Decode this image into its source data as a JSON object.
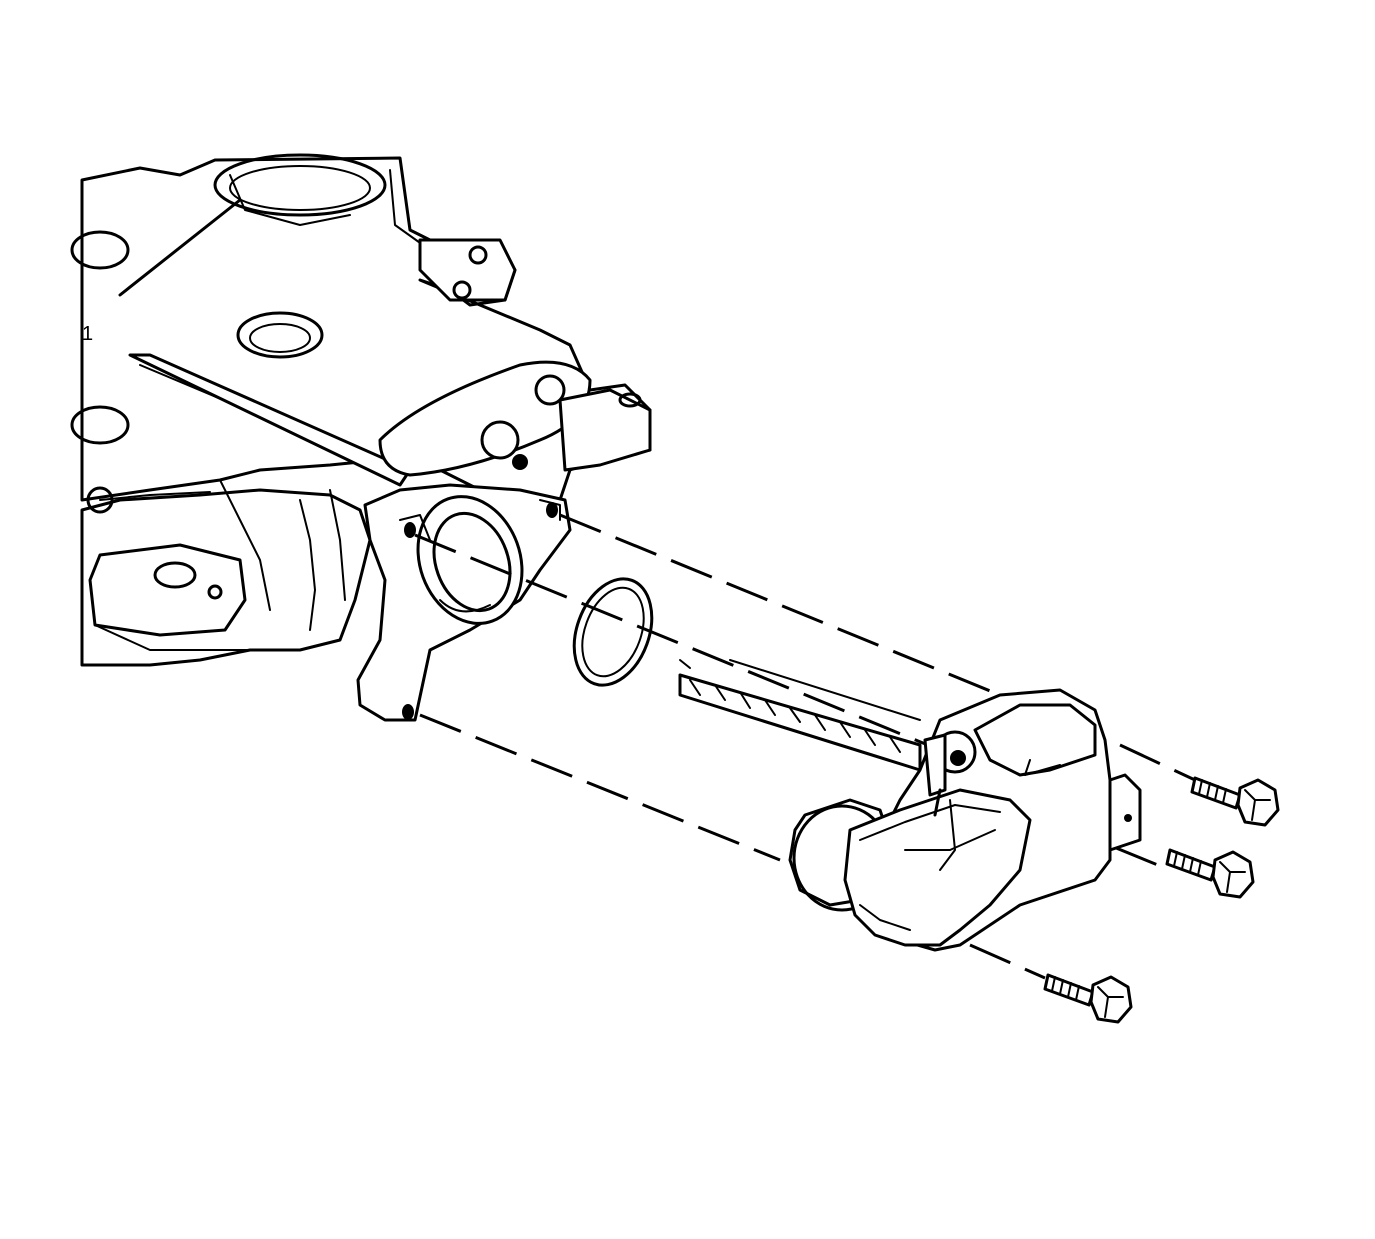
{
  "figure": {
    "description_text": "",
    "manifold_mark": "1"
  },
  "parts": [
    {
      "name": "intake-manifold"
    },
    {
      "name": "throttle-body-flange"
    },
    {
      "name": "o-ring-seal"
    },
    {
      "name": "throttle-actuator"
    },
    {
      "name": "bolt"
    },
    {
      "name": "bolt"
    },
    {
      "name": "bolt"
    }
  ],
  "colors": {
    "line": "#000000",
    "background": "#ffffff"
  }
}
